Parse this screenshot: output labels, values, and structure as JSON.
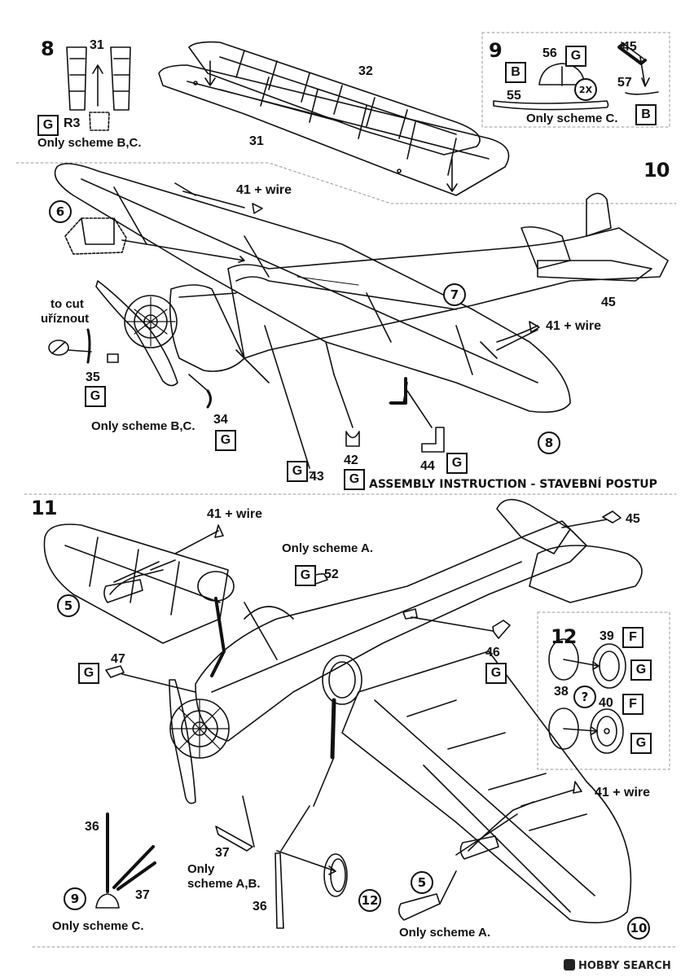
{
  "banner": "ASSEMBLY INSTRUCTION - STAVEBNÍ POSTUP",
  "watermark": "HOBBY SEARCH",
  "steps": {
    "s8": "8",
    "s9": "9",
    "s10": "10",
    "s11": "11",
    "s12": "12"
  },
  "parts": {
    "p31a": "31",
    "p32": "32",
    "p31b": "31",
    "pR3": "R3",
    "p56": "56",
    "p55": "55",
    "p45a": "45",
    "p57": "57",
    "p41a": "41 + wire",
    "p45b": "45",
    "p41b": "41 + wire",
    "p35": "35",
    "p34": "34",
    "p43": "43",
    "p42": "42",
    "p44": "44",
    "p41c": "41 + wire",
    "p52": "52",
    "p45c": "45",
    "p47": "47",
    "p46": "46",
    "p39": "39",
    "p38": "38",
    "p40": "40",
    "p41d": "41 + wire",
    "p36a": "36",
    "p37a": "37",
    "p37b": "37",
    "p36b": "36"
  },
  "boxes": {
    "b_g_r3": "G",
    "b_b9": "B",
    "b_g56": "G",
    "b_b57": "B",
    "b_g35": "G",
    "b_g34": "G",
    "b_g43": "G",
    "b_g42": "G",
    "b_g44": "G",
    "b_g52": "G",
    "b_g47": "G",
    "b_g46": "G",
    "b_f39": "F",
    "b_g39": "G",
    "b_f40": "F",
    "b_g40": "G"
  },
  "circles": {
    "c2x": "2X",
    "c6": "6",
    "c7": "7",
    "c8": "8",
    "c5a": "5",
    "cq": "?",
    "c9": "9",
    "c12": "12",
    "c5b": "5",
    "c10": "10"
  },
  "captions": {
    "scheme_bc_1": "Only scheme B,C.",
    "scheme_c_1": "Only scheme C.",
    "to_cut": "to cut",
    "uriznout": "uříznout",
    "scheme_bc_2": "Only scheme B,C.",
    "scheme_a_1": "Only scheme A.",
    "only_1": "Only",
    "scheme_ab": "scheme A,B.",
    "scheme_c_2": "Only scheme C.",
    "scheme_a_2": "Only scheme A."
  }
}
